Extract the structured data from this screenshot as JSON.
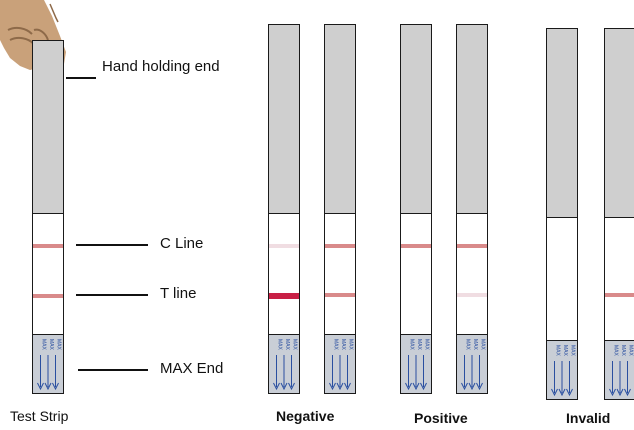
{
  "annotations": {
    "hand_holding_end": "Hand holding end",
    "c_line": "C Line",
    "t_line": "T line",
    "max_end": "MAX End"
  },
  "captions": {
    "test_strip": "Test Strip",
    "negative": "Negative",
    "positive": "Positive",
    "invalid": "Invalid"
  },
  "max_pad_text": "MAX",
  "colors": {
    "handle": "#cfcfcf",
    "max_pad": "#c9ced6",
    "band_normal": "#d98a8a",
    "band_strong": "#c81f45",
    "band_faint": "#f0dde2",
    "arrow": "#2a4fa0"
  },
  "strips": [
    {
      "group": "test_strip",
      "c_band": "normal",
      "t_band": "normal"
    },
    {
      "group": "negative",
      "c_band": "faint",
      "t_band": "strong"
    },
    {
      "group": "negative",
      "c_band": "normal",
      "t_band": "normal"
    },
    {
      "group": "positive",
      "c_band": "normal",
      "t_band": "none"
    },
    {
      "group": "positive",
      "c_band": "normal",
      "t_band": "faint"
    },
    {
      "group": "invalid",
      "c_band": "none",
      "t_band": "none"
    },
    {
      "group": "invalid",
      "c_band": "none",
      "t_band": "normal"
    }
  ]
}
